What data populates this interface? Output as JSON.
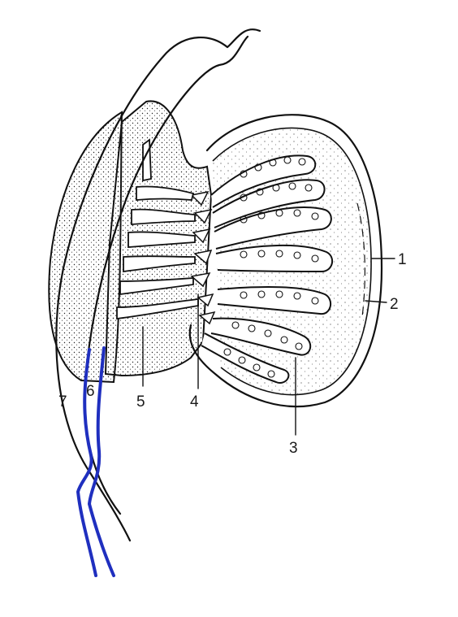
{
  "labels": [
    "1",
    "2",
    "3",
    "4",
    "5",
    "6",
    "7"
  ],
  "colors": {
    "ink": "#111111",
    "highlight": "#1f2fbf",
    "background": "#ffffff"
  },
  "icons": {
    "stipple": "dot-pattern"
  }
}
